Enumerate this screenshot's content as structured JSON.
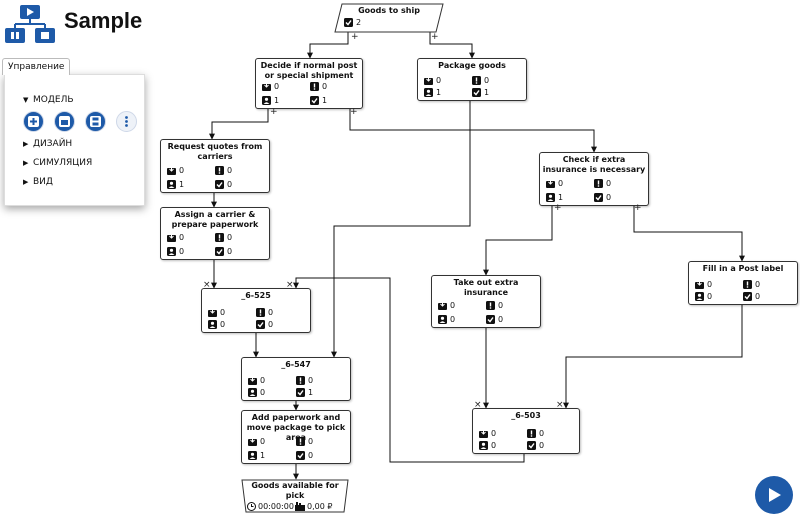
{
  "app": {
    "title": "Sample"
  },
  "panel": {
    "tab_label": "Управление",
    "sections": [
      "МОДЕЛЬ",
      "ДИЗАЙН",
      "СИМУЛЯЦИЯ",
      "ВИД"
    ],
    "tools": [
      "add-icon",
      "open-icon",
      "save-icon",
      "more-icon"
    ]
  },
  "colors": {
    "accent": "#1e5aa8",
    "node_border": "#333333"
  },
  "diagram": {
    "start": {
      "title": "Goods to ship",
      "count": "2"
    },
    "nodes": [
      {
        "id": "decide",
        "title": "Decide if normal post or special shipment",
        "queue": "0",
        "alert": "0",
        "user": "1",
        "done": "1"
      },
      {
        "id": "package",
        "title": "Package goods",
        "queue": "0",
        "alert": "0",
        "user": "1",
        "done": "1"
      },
      {
        "id": "quotes",
        "title": "Request quotes from carriers",
        "queue": "0",
        "alert": "0",
        "user": "1",
        "done": "0"
      },
      {
        "id": "check",
        "title": "Check if extra insurance is necessary",
        "queue": "0",
        "alert": "0",
        "user": "1",
        "done": "0"
      },
      {
        "id": "assign",
        "title": "Assign a carrier & prepare paperwork",
        "queue": "0",
        "alert": "0",
        "user": "0",
        "done": "0"
      },
      {
        "id": "j525",
        "title": "_6-525",
        "queue": "0",
        "alert": "0",
        "user": "0",
        "done": "0"
      },
      {
        "id": "insure",
        "title": "Take out extra insurance",
        "queue": "0",
        "alert": "0",
        "user": "0",
        "done": "0"
      },
      {
        "id": "label",
        "title": "Fill in a Post label",
        "queue": "0",
        "alert": "0",
        "user": "0",
        "done": "0"
      },
      {
        "id": "j547",
        "title": "_6-547",
        "queue": "0",
        "alert": "0",
        "user": "0",
        "done": "1"
      },
      {
        "id": "addpw",
        "title": "Add paperwork and move package to pick area",
        "queue": "0",
        "alert": "0",
        "user": "1",
        "done": "0"
      },
      {
        "id": "j503",
        "title": "_6-503",
        "queue": "0",
        "alert": "0",
        "user": "0",
        "done": "0"
      }
    ],
    "end": {
      "title": "Goods available for pick",
      "time": "00:00:00",
      "cost": "0,00 ₽"
    },
    "gateway_marks": {
      "and": "+",
      "or": "×"
    }
  }
}
